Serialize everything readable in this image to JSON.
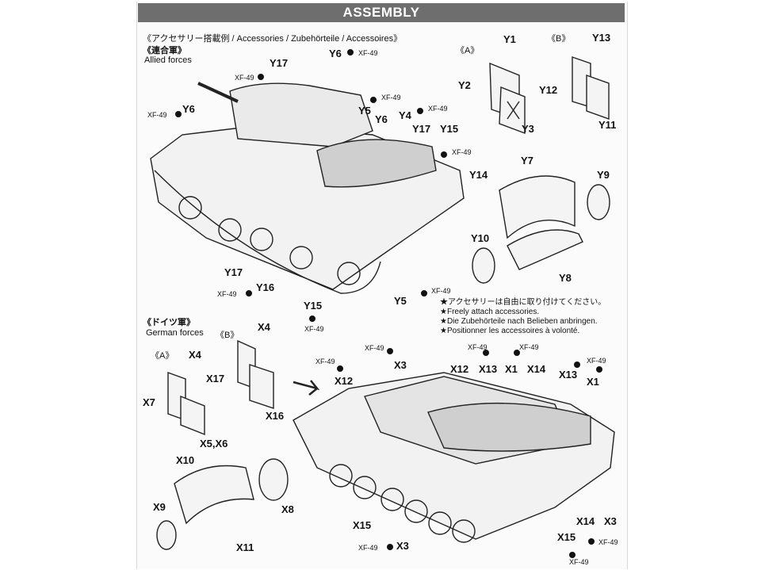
{
  "banner": "ASSEMBLY",
  "header": {
    "accessories": "《アクセサリー搭載例 / Accessories / Zubehörteile / Accessoires》",
    "allied_jp": "《連合軍》",
    "allied_en": "Allied forces",
    "german_jp": "《ドイツ軍》",
    "german_en": "German forces"
  },
  "groups": {
    "a": "《A》",
    "b": "《B》"
  },
  "paint": "XF-49",
  "notes": [
    "★アクセサリーは自由に取り付けてください。",
    "★Freely attach accessories.",
    "★Die Zubehörteile nach Belieben anbringen.",
    "★Positionner les accessoires à volonté."
  ],
  "parts": {
    "y1": "Y1",
    "y2": "Y2",
    "y3": "Y3",
    "y4": "Y4",
    "y5": "Y5",
    "y6": "Y6",
    "y7": "Y7",
    "y8": "Y8",
    "y9": "Y9",
    "y10": "Y10",
    "y11": "Y11",
    "y12": "Y12",
    "y13": "Y13",
    "y14": "Y14",
    "y15": "Y15",
    "y16": "Y16",
    "y17": "Y17",
    "x1": "X1",
    "x3": "X3",
    "x4": "X4",
    "x56": "X5,X6",
    "x7": "X7",
    "x8": "X8",
    "x9": "X9",
    "x10": "X10",
    "x11": "X11",
    "x12": "X12",
    "x13": "X13",
    "x14": "X14",
    "x15": "X15",
    "x16": "X16",
    "x17": "X17"
  }
}
